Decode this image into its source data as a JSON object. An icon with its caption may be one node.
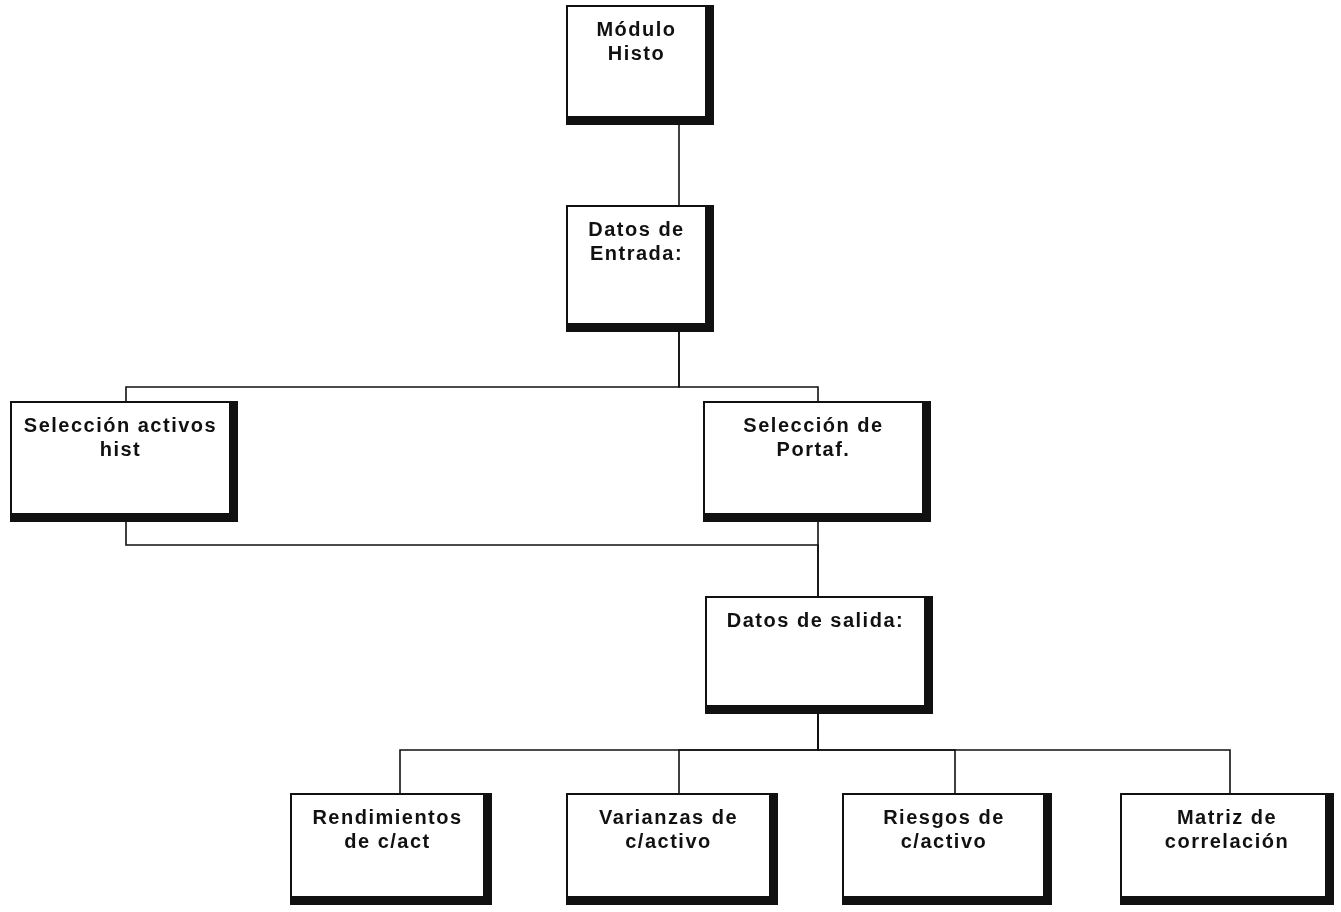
{
  "diagram": {
    "nodes": [
      {
        "text": [
          "Módulo Histo"
        ]
      },
      {
        "text": [
          "Datos de Entrada:"
        ]
      },
      {
        "text": [
          "Selección activos hist"
        ]
      },
      {
        "text": [
          "Selección de Portaf."
        ]
      },
      {
        "text": [
          "Datos de salida:"
        ]
      },
      {
        "text": [
          "Rendimientos de c/act"
        ]
      },
      {
        "text": [
          "Varianzas de c/activo"
        ]
      },
      {
        "text": [
          "Riesgos de c/activo"
        ]
      },
      {
        "text": [
          "Matriz de correlación"
        ]
      }
    ],
    "edges": [
      {
        "from": 0,
        "to": 1,
        "arrow": "none"
      },
      {
        "from": 1,
        "to": 2,
        "arrow": "none"
      },
      {
        "from": 1,
        "to": 3,
        "arrow": "none"
      },
      {
        "from": 2,
        "to": 4,
        "arrow": "none"
      },
      {
        "from": 3,
        "to": 4,
        "arrow": "none"
      },
      {
        "from": 4,
        "to": 5,
        "arrow": "none"
      },
      {
        "from": 4,
        "to": 6,
        "arrow": "none"
      },
      {
        "from": 4,
        "to": 7,
        "arrow": "none"
      },
      {
        "from": 4,
        "to": 8,
        "arrow": "none"
      }
    ]
  }
}
